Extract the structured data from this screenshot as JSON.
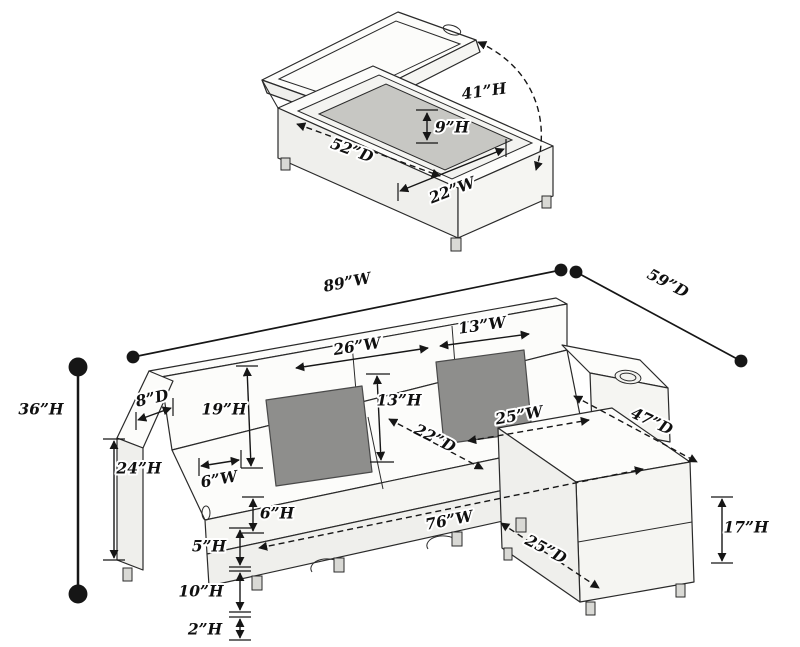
{
  "diagram": {
    "kind": "furniture-dimension-diagram",
    "colors": {
      "line": "#2a2a2a",
      "dimension": "#161616",
      "pillow": "#8e8e8c",
      "mat": "#c7c7c3",
      "body": "#fcfcfa",
      "background": "#ffffff"
    }
  },
  "dims": {
    "open_lid_height": "41”H",
    "storage_inner_height": "9”H",
    "storage_depth": "52”D",
    "storage_width": "22”W",
    "overall_width": "89”W",
    "overall_depth": "59”D",
    "overall_height": "36”H",
    "arm_top_depth": "8”D",
    "backrest_height": "19”H",
    "back_cushion_width": "26”W",
    "pillow_width": "13”W",
    "pillow_height": "13”H",
    "chaise_seat_width": "25”W",
    "chaise_total_depth": "47”D",
    "seat_depth": "22”D",
    "arm_height": "24”H",
    "arm_width": "6”W",
    "seat_cushion_height": "6”H",
    "front_rail_height": "5”H",
    "seat_width": "76”W",
    "under_clearance_height": "10”H",
    "leg_height": "2”H",
    "chaise_seat_depth": "25”D",
    "chaise_height": "17”H"
  }
}
